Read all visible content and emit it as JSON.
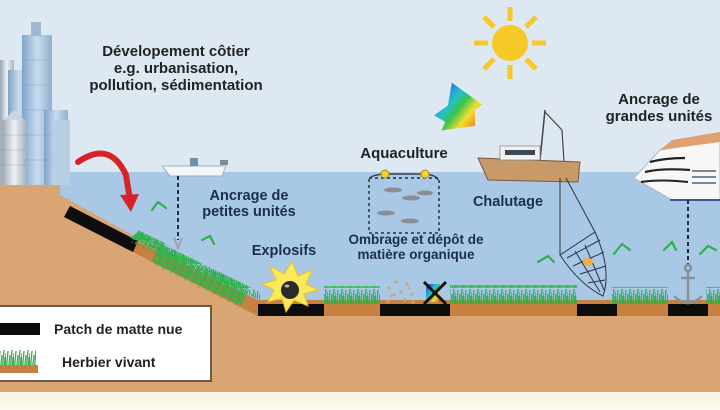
{
  "diagram": {
    "labels": {
      "coastal_dev": [
        "Dévelopement côtier",
        "e.g. urbanisation,",
        "pollution, sédimentation"
      ],
      "small_anchor": [
        "Ancrage de",
        "petites unités"
      ],
      "large_anchor": [
        "Ancrage de",
        "grandes unités"
      ],
      "aquaculture": "Aquaculture",
      "trawling": "Chalutage",
      "explosives": "Explosifs",
      "shading": [
        "Ombrage et dépôt de",
        "matière organique"
      ]
    },
    "legend": {
      "items": [
        {
          "label": "Patch de matte nue",
          "symbol": "black-bar"
        },
        {
          "label": "Herbier vivant",
          "symbol": "seagrass-on-sediment"
        }
      ]
    },
    "colors": {
      "sky": "#dde8f3",
      "water": "#a9c8e6",
      "sand": "#d9a572",
      "sediment_strip": "#c7803f",
      "seagrass": "#2fb04a",
      "bare_matte": "#0d0d0d",
      "arrow_red": "#d8222a",
      "sun": "#f6c928"
    },
    "icons": [
      "city-skyline",
      "sun",
      "light-spectrum-arrow",
      "small-boat",
      "fishing-trawler",
      "cruise-ship",
      "anchor",
      "bomb-explosion",
      "fish-cage",
      "trawl-net",
      "seagrass",
      "blocked-light-x"
    ]
  }
}
